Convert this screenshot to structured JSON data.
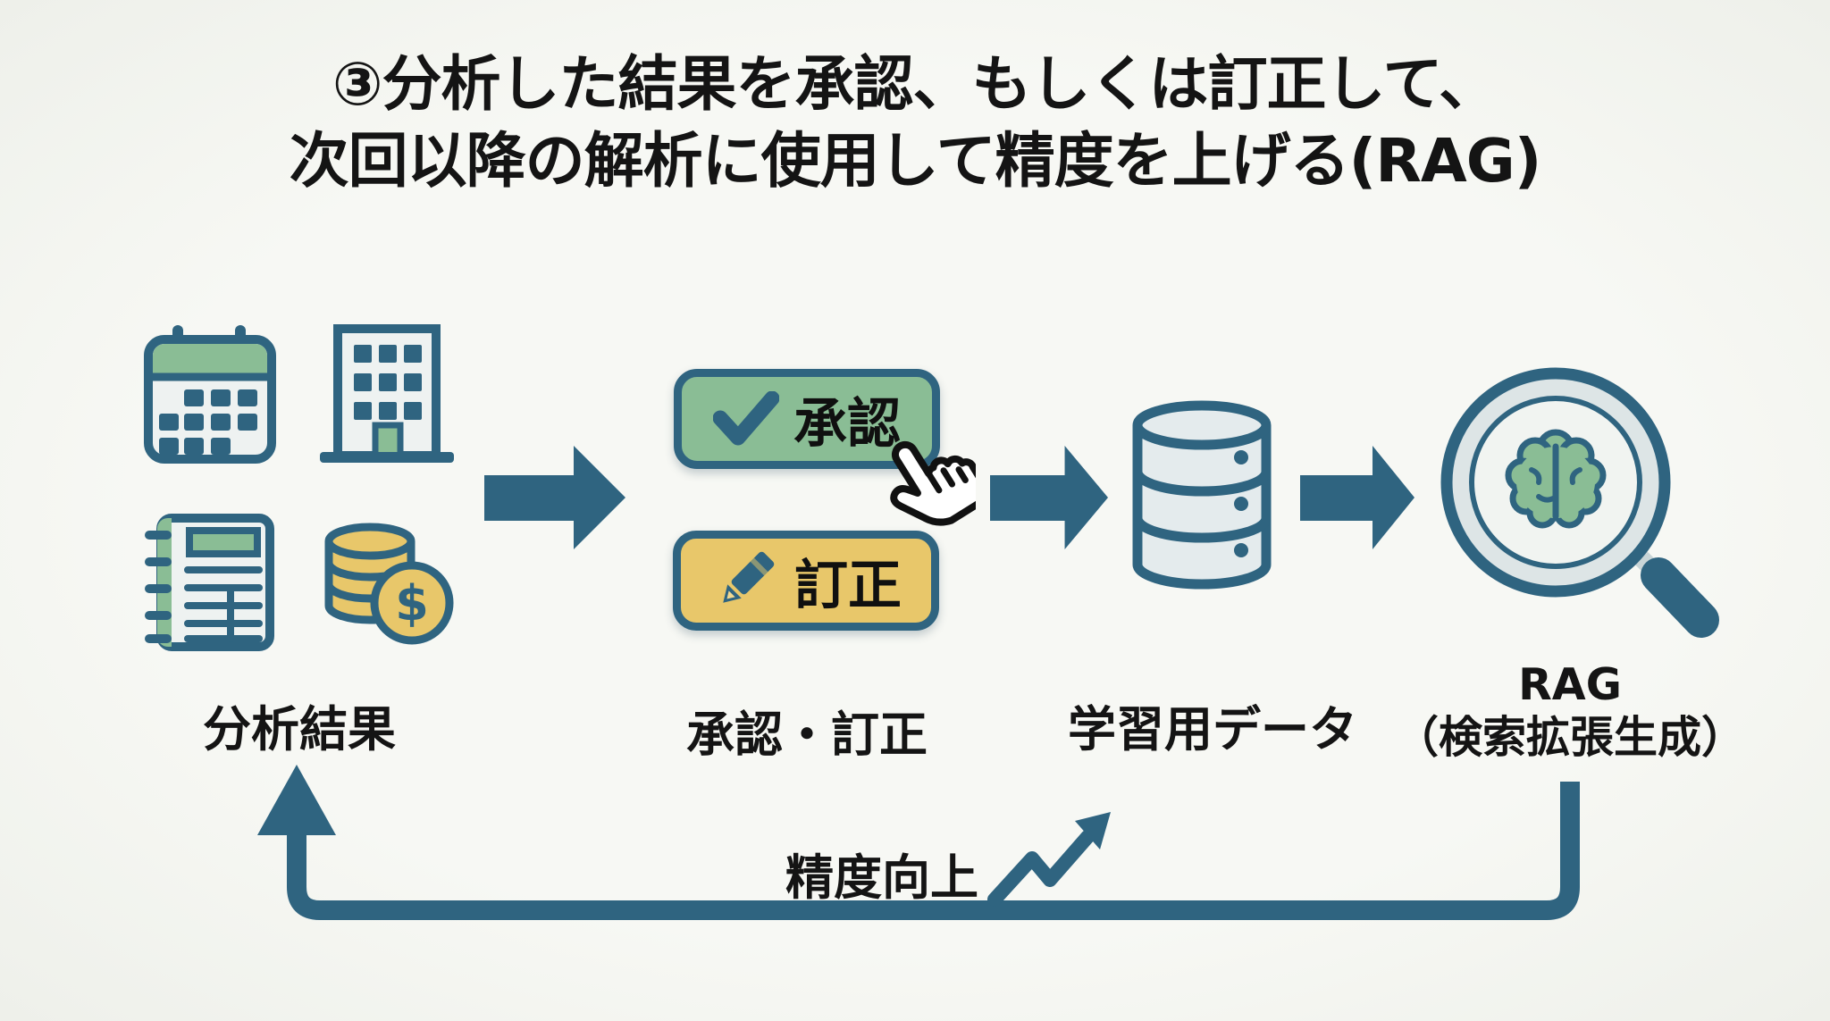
{
  "title": {
    "line1": "③分析した結果を承認、もしくは訂正して、",
    "line2": "次回以降の解析に使用して精度を上げる(RAG)"
  },
  "stages": {
    "analysis": {
      "label": "分析結果",
      "icons": [
        "calendar-icon",
        "building-icon",
        "notebook-icon",
        "coins-icon"
      ],
      "dollar_glyph": "$"
    },
    "review": {
      "label": "承認・訂正",
      "approve_button": "承認",
      "correct_button": "訂正"
    },
    "training": {
      "label": "学習用データ",
      "icon": "database-icon"
    },
    "rag": {
      "label": "RAG",
      "sublabel": "（検索拡張生成）",
      "icon": "magnifier-brain-icon"
    }
  },
  "feedback": {
    "label": "精度向上",
    "icon": "trend-up-icon"
  },
  "colors": {
    "accent_blue": "#2f6480",
    "green": "#8abd95",
    "yellow": "#e8c76a",
    "background": "#f4f6f1",
    "text": "#141414",
    "icon_fill": "#e9efef"
  }
}
